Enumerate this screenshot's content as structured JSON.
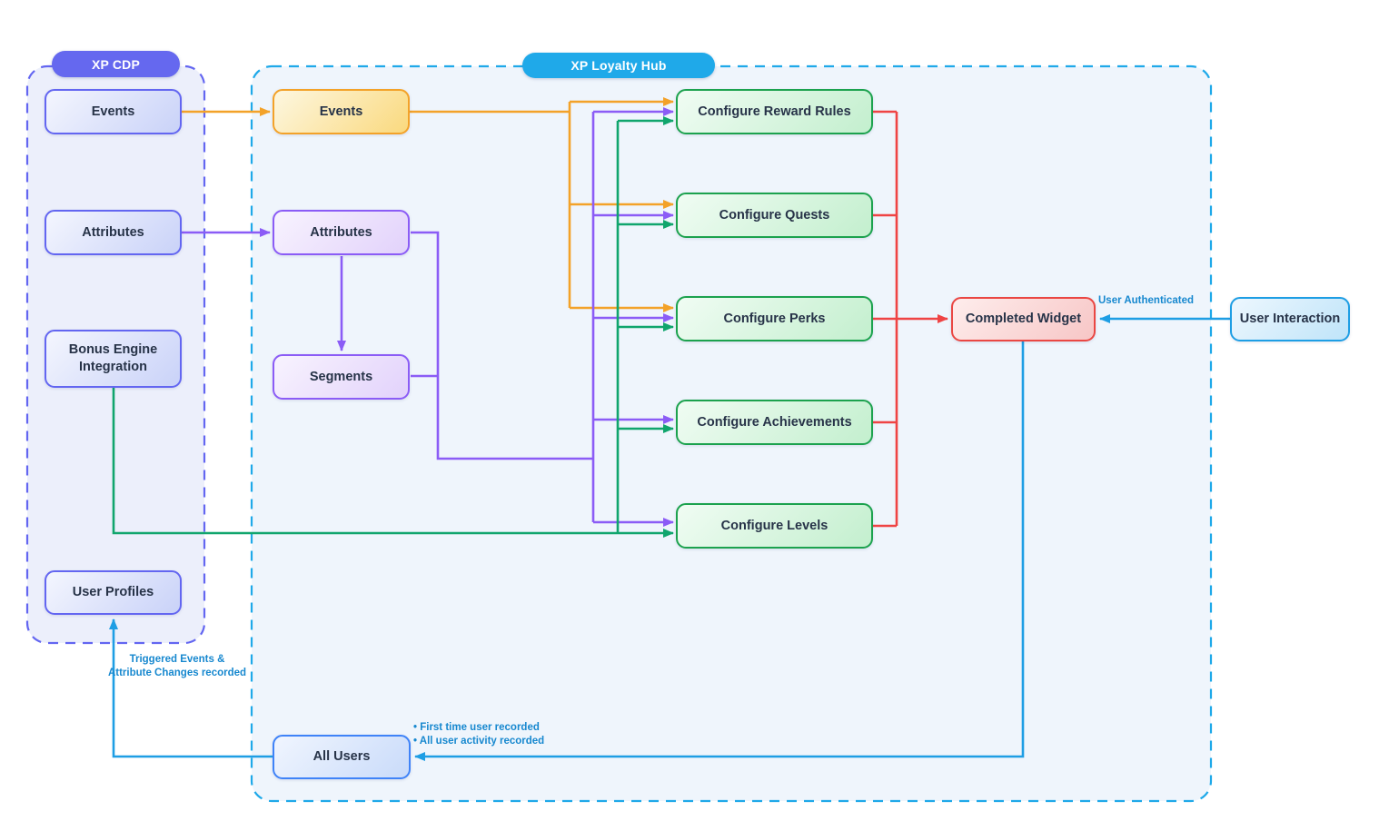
{
  "diagram": {
    "groups": {
      "cdp": {
        "label": "XP CDP"
      },
      "hub": {
        "label": "XP Loyalty Hub"
      }
    },
    "nodes": {
      "cdp_events": {
        "label": "Events"
      },
      "cdp_attributes": {
        "label": "Attributes"
      },
      "bonus_engine": {
        "label": "Bonus Engine Integration"
      },
      "user_profiles": {
        "label": "User Profiles"
      },
      "hub_events": {
        "label": "Events"
      },
      "hub_attributes": {
        "label": "Attributes"
      },
      "segments": {
        "label": "Segments"
      },
      "configure_reward_rules": {
        "label": "Configure Reward Rules"
      },
      "configure_quests": {
        "label": "Configure Quests"
      },
      "configure_perks": {
        "label": "Configure Perks"
      },
      "configure_achievements": {
        "label": "Configure Achievements"
      },
      "configure_levels": {
        "label": "Configure Levels"
      },
      "completed_widget": {
        "label": "Completed Widget"
      },
      "user_interaction": {
        "label": "User Interaction"
      },
      "all_users": {
        "label": "All Users"
      }
    },
    "annotations": {
      "user_authenticated": "User Authenticated",
      "triggered_events": "Triggered Events &\nAttribute Changes recorded",
      "all_users_notes": [
        "• First time user recorded",
        "• All user activity recorded"
      ]
    },
    "colors": {
      "orange": "#F3A229",
      "purple": "#8B5CF6",
      "green": "#10A56D",
      "red": "#EF4444",
      "blue": "#1E9EE4",
      "cdp_accent": "#6568EF",
      "hub_accent": "#1FA9E9"
    },
    "edges": [
      {
        "from": "cdp_events",
        "to": "hub_events",
        "color": "orange"
      },
      {
        "from": "cdp_attributes",
        "to": "hub_attributes",
        "color": "purple"
      },
      {
        "from": "hub_attributes",
        "to": "segments",
        "color": "purple"
      },
      {
        "from": "hub_events",
        "to": "configure_reward_rules",
        "color": "orange"
      },
      {
        "from": "hub_events",
        "to": "configure_quests",
        "color": "orange"
      },
      {
        "from": "hub_events",
        "to": "configure_perks",
        "color": "orange"
      },
      {
        "from": "hub_attributes",
        "to": "configure_reward_rules",
        "color": "purple"
      },
      {
        "from": "hub_attributes",
        "to": "configure_quests",
        "color": "purple"
      },
      {
        "from": "hub_attributes",
        "to": "configure_perks",
        "color": "purple"
      },
      {
        "from": "hub_attributes",
        "to": "configure_achievements",
        "color": "purple"
      },
      {
        "from": "hub_attributes",
        "to": "configure_levels",
        "color": "purple"
      },
      {
        "from": "segments",
        "to": "configure_levels",
        "color": "purple"
      },
      {
        "from": "bonus_engine",
        "to": "configure_reward_rules",
        "color": "green"
      },
      {
        "from": "bonus_engine",
        "to": "configure_quests",
        "color": "green"
      },
      {
        "from": "bonus_engine",
        "to": "configure_perks",
        "color": "green"
      },
      {
        "from": "bonus_engine",
        "to": "configure_achievements",
        "color": "green"
      },
      {
        "from": "bonus_engine",
        "to": "configure_levels",
        "color": "green"
      },
      {
        "from": "configure_reward_rules",
        "to": "completed_widget",
        "color": "red"
      },
      {
        "from": "configure_quests",
        "to": "completed_widget",
        "color": "red"
      },
      {
        "from": "configure_perks",
        "to": "completed_widget",
        "color": "red"
      },
      {
        "from": "configure_achievements",
        "to": "completed_widget",
        "color": "red"
      },
      {
        "from": "configure_levels",
        "to": "completed_widget",
        "color": "red"
      },
      {
        "from": "user_interaction",
        "to": "completed_widget",
        "color": "blue",
        "label": "User Authenticated"
      },
      {
        "from": "completed_widget",
        "to": "all_users",
        "color": "blue"
      },
      {
        "from": "all_users",
        "to": "user_profiles",
        "color": "blue",
        "label": "Triggered Events & Attribute Changes recorded"
      }
    ]
  }
}
